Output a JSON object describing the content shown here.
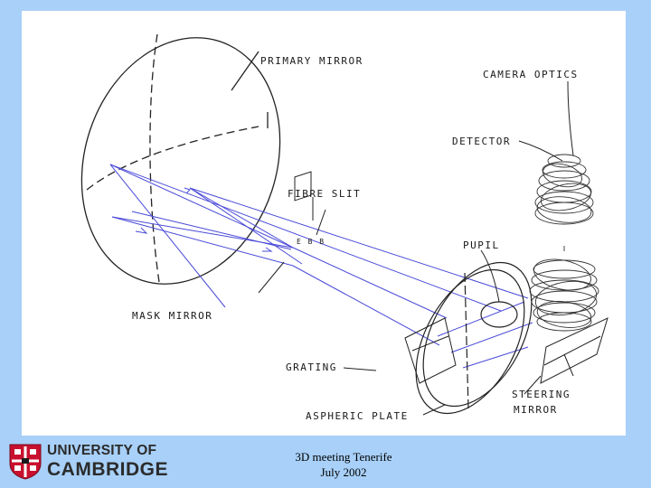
{
  "diagram": {
    "labels": {
      "primary_mirror": "PRIMARY MIRROR",
      "camera_optics": "CAMERA OPTICS",
      "detector": "DETECTOR",
      "fibre_slit": "FIBRE SLIT",
      "pupil": "PUPIL",
      "mask_mirror": "MASK MIRROR",
      "grating": "GRATING",
      "aspheric_plate": "ASPHERIC PLATE",
      "steering_mirror_line1": "STEERING",
      "steering_mirror_line2": "MIRROR"
    },
    "colors": {
      "rays": "#4a4ad8",
      "outline": "#222222",
      "background": "#ffffff"
    }
  },
  "logo": {
    "line1": "UNIVERSITY OF",
    "line2": "CAMBRIDGE",
    "shield_colors": [
      "#c8102e",
      "#ffffff",
      "#1a1a1a"
    ]
  },
  "footer": {
    "line1": "3D meeting Tenerife",
    "line2": "July 2002"
  }
}
